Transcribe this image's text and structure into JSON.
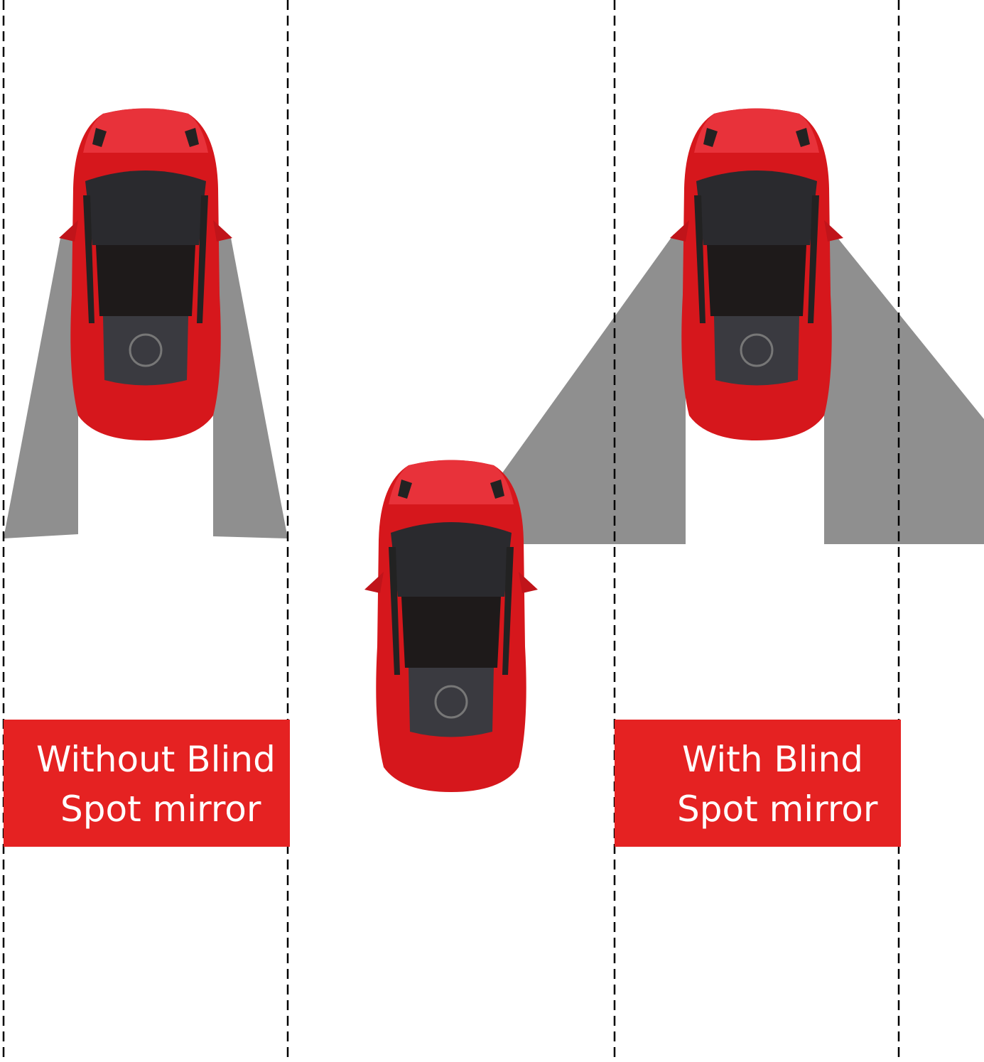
{
  "colors": {
    "accent": "#e52222",
    "car_body": "#d6171c",
    "blind_zone": "#8f8f8f",
    "lane_line": "#000000"
  },
  "labels": {
    "without": {
      "line1": "Without Blind",
      "line2": "Spot mirror"
    },
    "with": {
      "line1": "With Blind",
      "line2": "Spot mirror"
    }
  }
}
